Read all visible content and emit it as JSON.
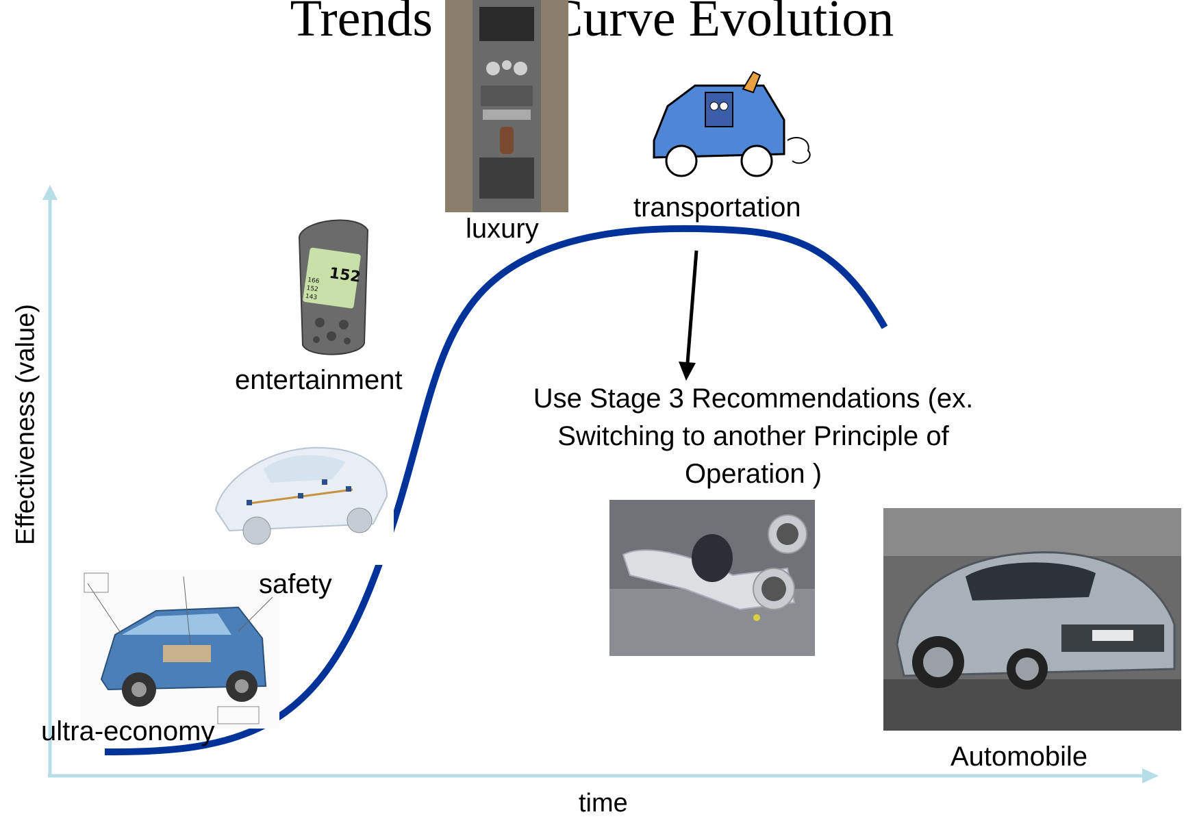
{
  "title": "Trends of S-Curve Evolution",
  "axes": {
    "y_label": "Effectiveness (value)",
    "x_label": "time"
  },
  "stages": {
    "ultra_economy": "ultra-economy",
    "safety": "safety",
    "entertainment": "entertainment",
    "luxury": "luxury",
    "transportation": "transportation"
  },
  "recommendation": "Use Stage 3 Recommendations (ex. Switching to another Principle of Operation )",
  "automobile_caption": "Automobile",
  "colors": {
    "curve": "#003399",
    "axis": "#b7dde8",
    "arrow": "#000000"
  },
  "gps_device_readout": {
    "main": "152",
    "line1": "166",
    "line2": "152",
    "line3": "143"
  }
}
